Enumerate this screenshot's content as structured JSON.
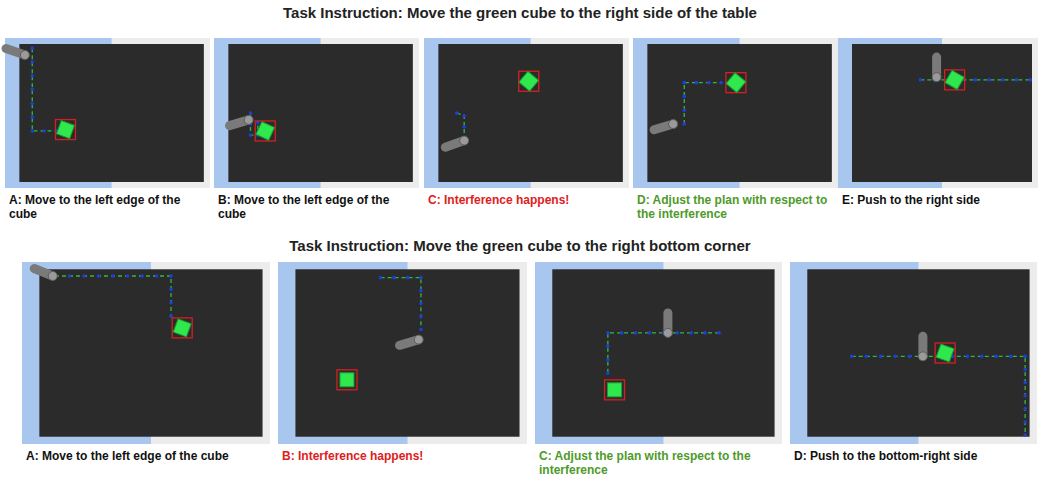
{
  "diagram": {
    "nodes": [
      {
        "text": [
          "Task Instruction: Move the green cube to the right side of the table"
        ]
      },
      {
        "text": [
          "A: Move to the left edge of the cube"
        ],
        "in": 0
      },
      {
        "text": [
          "B: Move to the left edge of the cube"
        ],
        "in": 0
      },
      {
        "text": [
          "C: Interference happens!"
        ],
        "in": 0
      },
      {
        "text": [
          "D: Adjust the plan with respect to the interference"
        ],
        "in": 0
      },
      {
        "text": [
          "E: Push to the right side"
        ],
        "in": 0
      },
      {
        "text": [
          "Task Instruction: Move the green cube to the right bottom corner"
        ]
      },
      {
        "text": [
          "A: Move to the left edge of the cube"
        ],
        "in": 6
      },
      {
        "text": [
          "B: Interference happens!"
        ],
        "in": 6
      },
      {
        "text": [
          "C: Adjust the plan with respect to the interference"
        ],
        "in": 6
      },
      {
        "text": [
          "D: Push to the bottom-right side"
        ],
        "in": 6
      }
    ]
  }
}
